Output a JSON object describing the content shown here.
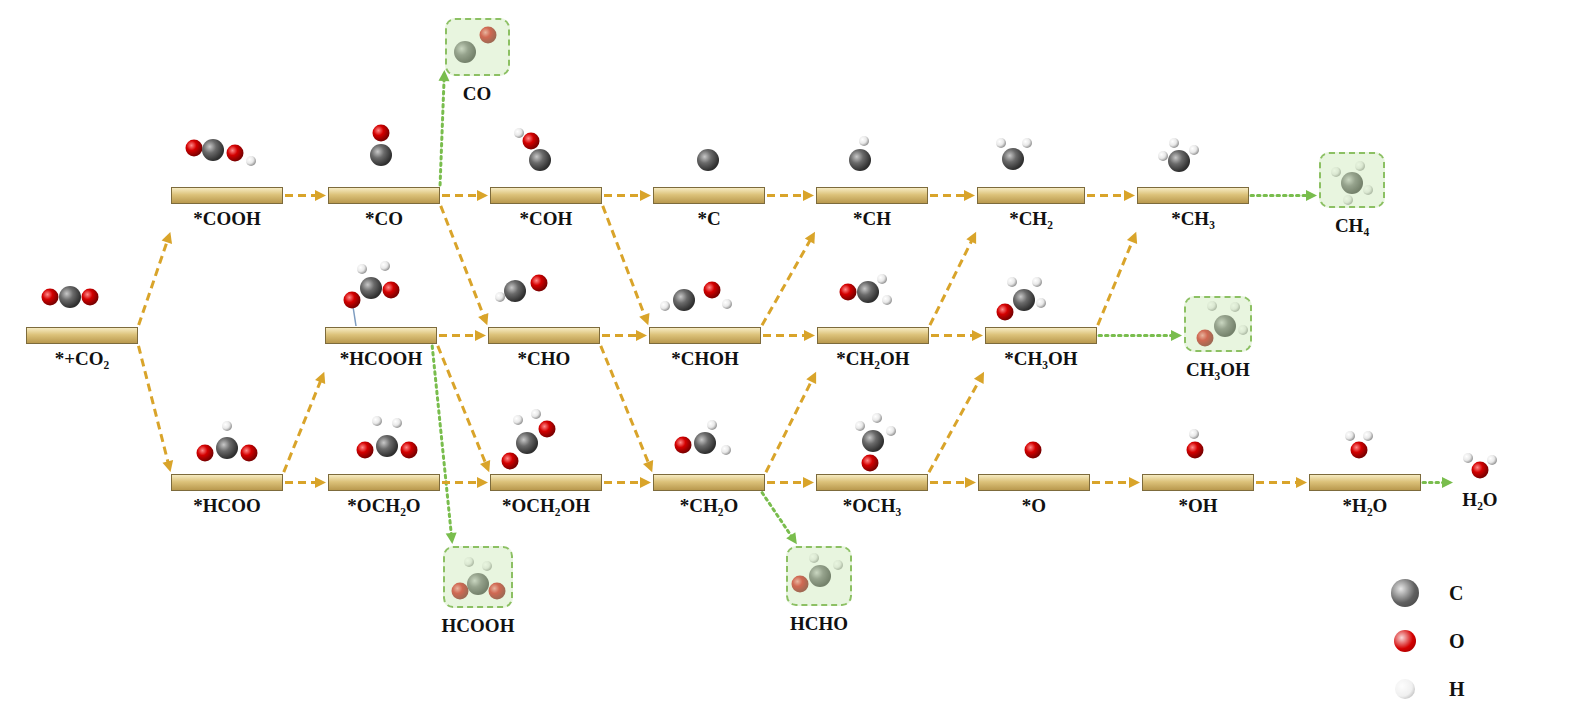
{
  "diagram": {
    "nodes": [
      {
        "text": [
          "*+CO₂"
        ]
      },
      {
        "text": [
          "*COOH"
        ]
      },
      {
        "text": [
          "*CO"
        ]
      },
      {
        "text": [
          "*COH"
        ]
      },
      {
        "text": [
          "*C"
        ]
      },
      {
        "text": [
          "*CH"
        ]
      },
      {
        "text": [
          "*CH₂"
        ]
      },
      {
        "text": [
          "*CH₃"
        ]
      },
      {
        "text": [
          "*HCOOH"
        ]
      },
      {
        "text": [
          "*CHO"
        ]
      },
      {
        "text": [
          "*CHOH"
        ]
      },
      {
        "text": [
          "*CH₂OH"
        ]
      },
      {
        "text": [
          "*CH₃OH"
        ]
      },
      {
        "text": [
          "*HCOO"
        ]
      },
      {
        "text": [
          "*OCH₂O"
        ]
      },
      {
        "text": [
          "*OCH₂OH"
        ]
      },
      {
        "text": [
          "*CH₂O"
        ]
      },
      {
        "text": [
          "*OCH₃"
        ]
      },
      {
        "text": [
          "*O"
        ]
      },
      {
        "text": [
          "*OH"
        ]
      },
      {
        "text": [
          "*H₂O"
        ]
      },
      {
        "text": [
          "CO"
        ]
      },
      {
        "text": [
          "CH₄"
        ]
      },
      {
        "text": [
          "CH₃OH"
        ]
      },
      {
        "text": [
          "HCOOH"
        ]
      },
      {
        "text": [
          "HCHO"
        ]
      },
      {
        "text": [
          "H₂O"
        ]
      }
    ],
    "edges": [
      {
        "from": 0,
        "to": 1,
        "arrow": "to"
      },
      {
        "from": 0,
        "to": 13,
        "arrow": "to"
      },
      {
        "from": 1,
        "to": 2,
        "arrow": "to"
      },
      {
        "from": 2,
        "to": 3,
        "arrow": "to"
      },
      {
        "from": 2,
        "to": 9,
        "arrow": "to"
      },
      {
        "from": 2,
        "to": 21,
        "arrow": "to"
      },
      {
        "from": 3,
        "to": 4,
        "arrow": "to"
      },
      {
        "from": 3,
        "to": 10,
        "arrow": "to"
      },
      {
        "from": 4,
        "to": 5,
        "arrow": "to"
      },
      {
        "from": 5,
        "to": 6,
        "arrow": "to"
      },
      {
        "from": 6,
        "to": 7,
        "arrow": "to"
      },
      {
        "from": 7,
        "to": 22,
        "arrow": "to"
      },
      {
        "from": 13,
        "to": 8,
        "arrow": "to"
      },
      {
        "from": 13,
        "to": 14,
        "arrow": "to"
      },
      {
        "from": 8,
        "to": 9,
        "arrow": "to"
      },
      {
        "from": 8,
        "to": 15,
        "arrow": "to"
      },
      {
        "from": 8,
        "to": 24,
        "arrow": "to"
      },
      {
        "from": 9,
        "to": 10,
        "arrow": "to"
      },
      {
        "from": 9,
        "to": 16,
        "arrow": "to"
      },
      {
        "from": 10,
        "to": 11,
        "arrow": "to"
      },
      {
        "from": 10,
        "to": 5,
        "arrow": "to"
      },
      {
        "from": 11,
        "to": 12,
        "arrow": "to"
      },
      {
        "from": 11,
        "to": 6,
        "arrow": "to"
      },
      {
        "from": 12,
        "to": 23,
        "arrow": "to"
      },
      {
        "from": 12,
        "to": 7,
        "arrow": "to"
      },
      {
        "from": 14,
        "to": 15,
        "arrow": "to"
      },
      {
        "from": 15,
        "to": 16,
        "arrow": "to"
      },
      {
        "from": 16,
        "to": 17,
        "arrow": "to"
      },
      {
        "from": 16,
        "to": 11,
        "arrow": "to"
      },
      {
        "from": 16,
        "to": 25,
        "arrow": "to"
      },
      {
        "from": 17,
        "to": 18,
        "arrow": "to"
      },
      {
        "from": 17,
        "to": 12,
        "arrow": "to"
      },
      {
        "from": 18,
        "to": 19,
        "arrow": "to"
      },
      {
        "from": 19,
        "to": 20,
        "arrow": "to"
      },
      {
        "from": 20,
        "to": 26,
        "arrow": "to"
      }
    ],
    "legend": [
      {
        "text": "C",
        "color": "#606060"
      },
      {
        "text": "O",
        "color": "#d40000"
      },
      {
        "text": "H",
        "color": "#f0f0f0"
      }
    ]
  }
}
